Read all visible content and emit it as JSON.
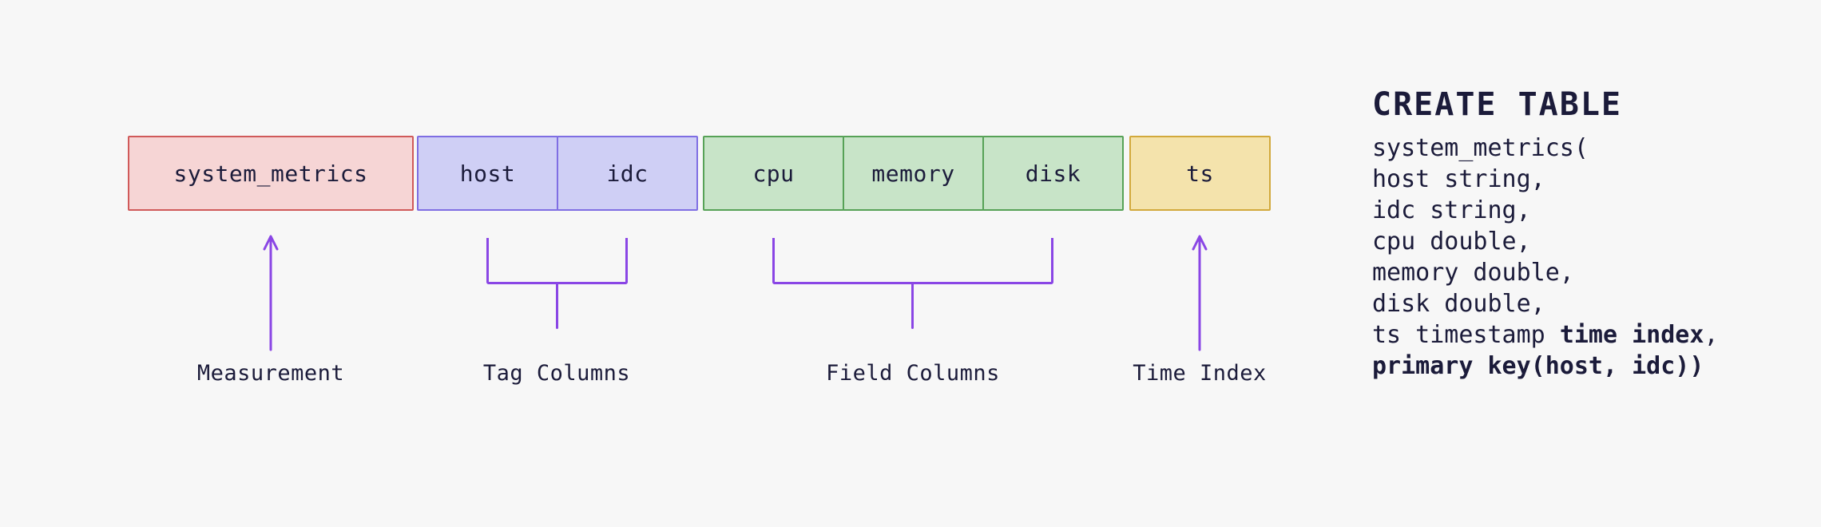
{
  "colors": {
    "page-bg": "#f7f7f7",
    "ink": "#1b1b3a",
    "arrow": "#8a46e5",
    "measurement-fill": "#f6d5d5",
    "measurement-border": "#d05a5a",
    "tag-fill": "#cfcff5",
    "tag-border": "#7f6ee3",
    "field-fill": "#c8e4c8",
    "field-border": "#57a257",
    "time-fill": "#f4e3ac",
    "time-border": "#d2a93c"
  },
  "diagram": {
    "measurement": {
      "label": "system_metrics",
      "annotation": "Measurement"
    },
    "tags": {
      "cells": [
        "host",
        "idc"
      ],
      "annotation": "Tag Columns"
    },
    "fields": {
      "cells": [
        "cpu",
        "memory",
        "disk"
      ],
      "annotation": "Field Columns"
    },
    "time": {
      "cells": [
        "ts"
      ],
      "annotation": "Time Index"
    }
  },
  "sql": {
    "title": "CREATE TABLE",
    "lines": [
      {
        "normal": "system_metrics("
      },
      {
        "normal": "host string,"
      },
      {
        "normal": "idc string,"
      },
      {
        "normal": "cpu double,"
      },
      {
        "normal": "memory double,"
      },
      {
        "normal": "disk double,"
      },
      {
        "normal": "ts timestamp ",
        "bold": "time index",
        "tail": ","
      },
      {
        "bold": "primary key(host, idc))"
      }
    ]
  }
}
